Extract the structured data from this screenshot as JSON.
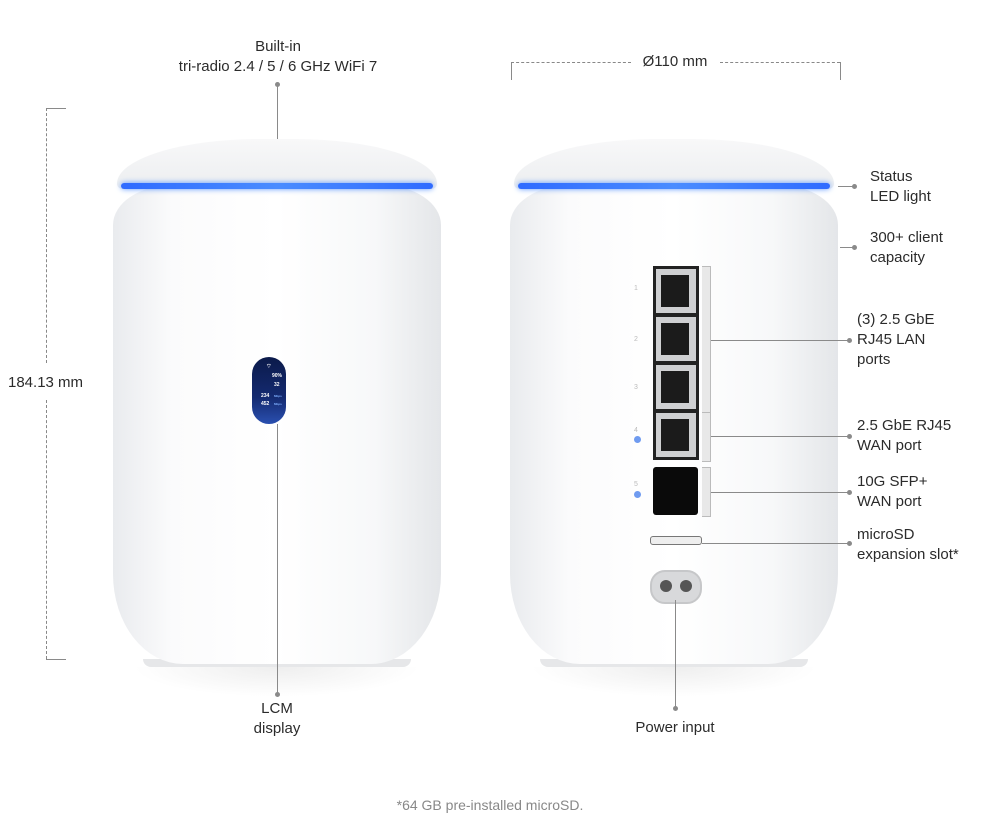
{
  "labels": {
    "wifi": [
      "Built-in",
      "tri-radio 2.4 / 5 / 6 GHz WiFi 7"
    ],
    "diameter": "Ø110 mm",
    "height": "184.13 mm",
    "status_led": [
      "Status",
      "LED light"
    ],
    "clients": [
      "300+ client",
      "capacity"
    ],
    "lan": [
      "(3) 2.5 GbE",
      "RJ45 LAN",
      "ports"
    ],
    "wan_rj45": [
      "2.5 GbE RJ45",
      "WAN port"
    ],
    "wan_sfp": [
      "10G SFP+",
      "WAN port"
    ],
    "microsd": [
      "microSD",
      "expansion slot*"
    ],
    "lcm": [
      "LCM",
      "display"
    ],
    "power": "Power input",
    "footnote": "*64 GB pre-installed microSD."
  },
  "lcm_screen": {
    "percent": "90%",
    "clients": "32",
    "up": "234",
    "down": "452",
    "unit": "Mbps"
  },
  "port_numbers": [
    "1",
    "2",
    "3",
    "4",
    "5"
  ],
  "colors": {
    "led": "#3a78ff",
    "leader_line": "#8a8a8a"
  }
}
